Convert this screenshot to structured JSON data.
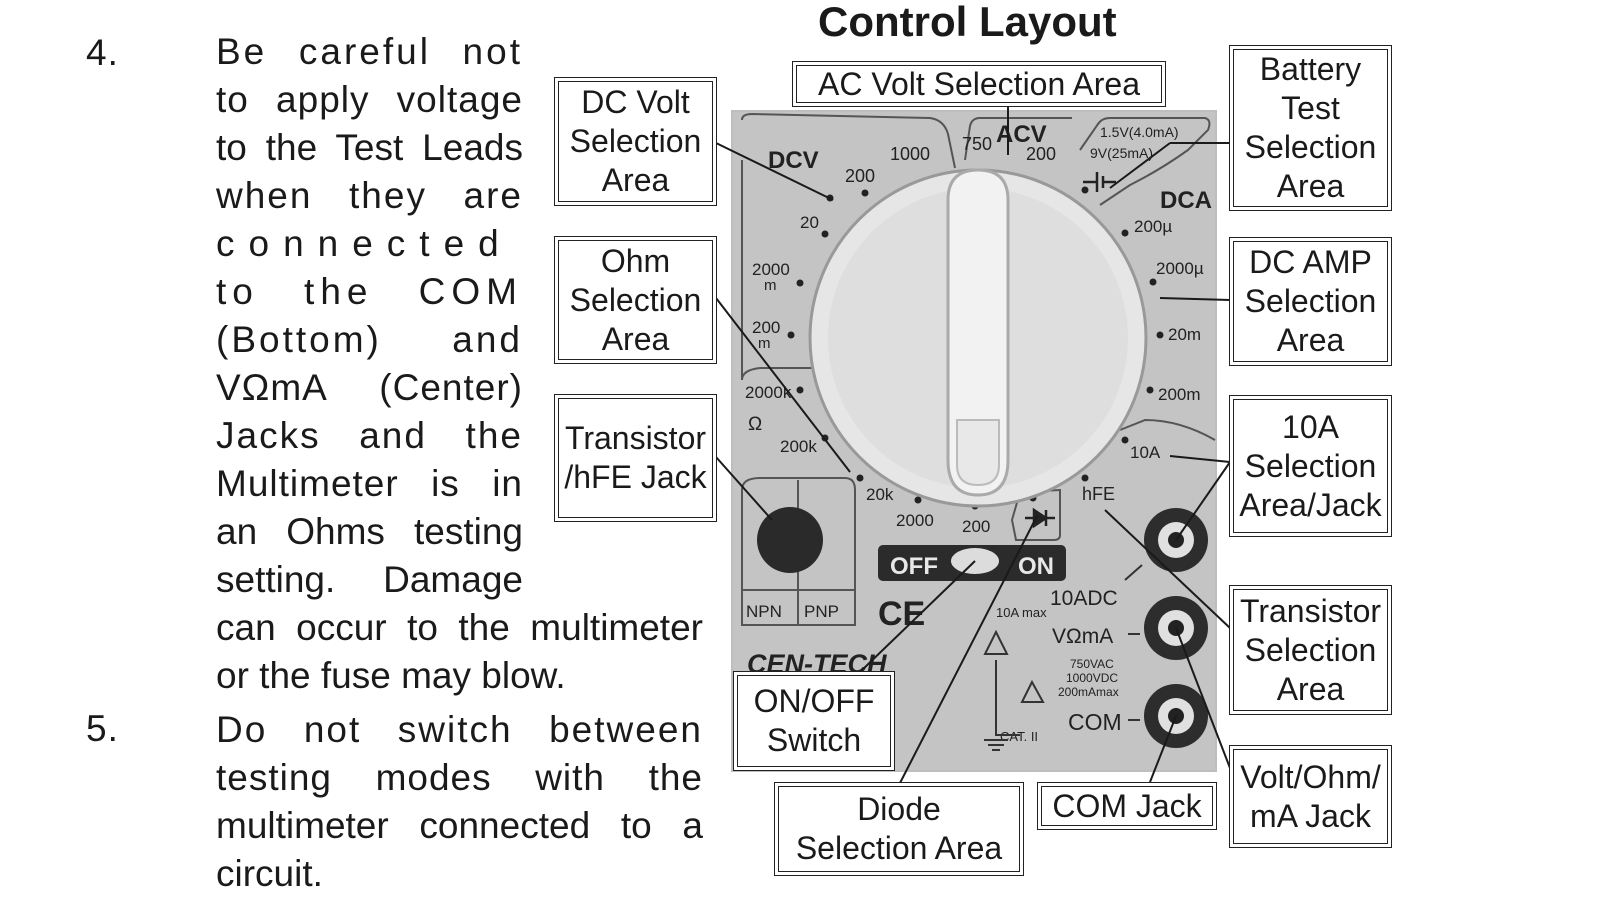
{
  "title": "Control Layout",
  "instructions": [
    {
      "number": "4.",
      "lines": [
        "Be careful not",
        "to apply voltage",
        "to the Test Leads",
        "when they are",
        "connected",
        "to the COM",
        "(Bottom) and",
        "VΩmA (Center)",
        "Jacks and the",
        "Multimeter is in",
        "an Ohms testing",
        "setting.  Damage",
        "can occur to the multimeter",
        "or the fuse may blow."
      ]
    },
    {
      "number": "5.",
      "lines": [
        "Do not switch between",
        "testing modes with the",
        "multimeter connected to a",
        "circuit."
      ]
    }
  ],
  "callouts": {
    "ac_volt": "AC Volt Selection Area",
    "dc_volt": "DC Volt\nSelection\nArea",
    "ohm": "Ohm\nSelection\nArea",
    "transistor_jack": "Transistor\n/hFE Jack",
    "battery": "Battery\nTest\nSelection\nArea",
    "dc_amp": "DC AMP\nSelection\nArea",
    "ten_a": "10A\nSelection\nArea/Jack",
    "transistor_sel": "Transistor\nSelection\nArea",
    "vohm_jack": "Volt/Ohm/\nmA Jack",
    "onoff": "ON/OFF\nSwitch",
    "diode": "Diode\nSelection Area",
    "com_jack": "COM Jack"
  },
  "meter": {
    "dcv": "DCV",
    "acv": "ACV",
    "dca": "DCA",
    "dcv_200": "200",
    "dcv_1000": "1000",
    "acv_750": "750",
    "acv_200": "200",
    "batt_15": "1.5V(4.0mA)",
    "batt_9": "9V(25mA)",
    "dcv_20": "20",
    "dcv_2000": "2000",
    "dcv_2000_m": "m",
    "dcv_200m": "200",
    "dcv_200m_m": "m",
    "ohm_2000k": "2000k",
    "ohm_sym": "Ω",
    "ohm_200k": "200k",
    "ohm_20k": "20k",
    "ohm_2000": "2000",
    "ohm_200": "200",
    "dca_200u": "200µ",
    "dca_2000u": "2000µ",
    "dca_20m": "20m",
    "dca_200m": "200m",
    "dca_10a": "10A",
    "hfe": "hFE",
    "off": "OFF",
    "on": "ON",
    "ce": "CE",
    "npn": "NPN",
    "pnp": "PNP",
    "jack_10adc": "10ADC",
    "jack_10amax": "10A max",
    "jack_vohm": "VΩmA",
    "jack_com": "COM",
    "rating_1": "750VAC",
    "rating_2": "1000VDC",
    "rating_3": "200mAmax",
    "cat": "CAT. II",
    "brand": "CEN-TECH"
  },
  "colors": {
    "body": "#bdbdbd",
    "panel": "#c7c7c7",
    "dark": "#2b2b2b",
    "line": "#1a1a1a"
  }
}
